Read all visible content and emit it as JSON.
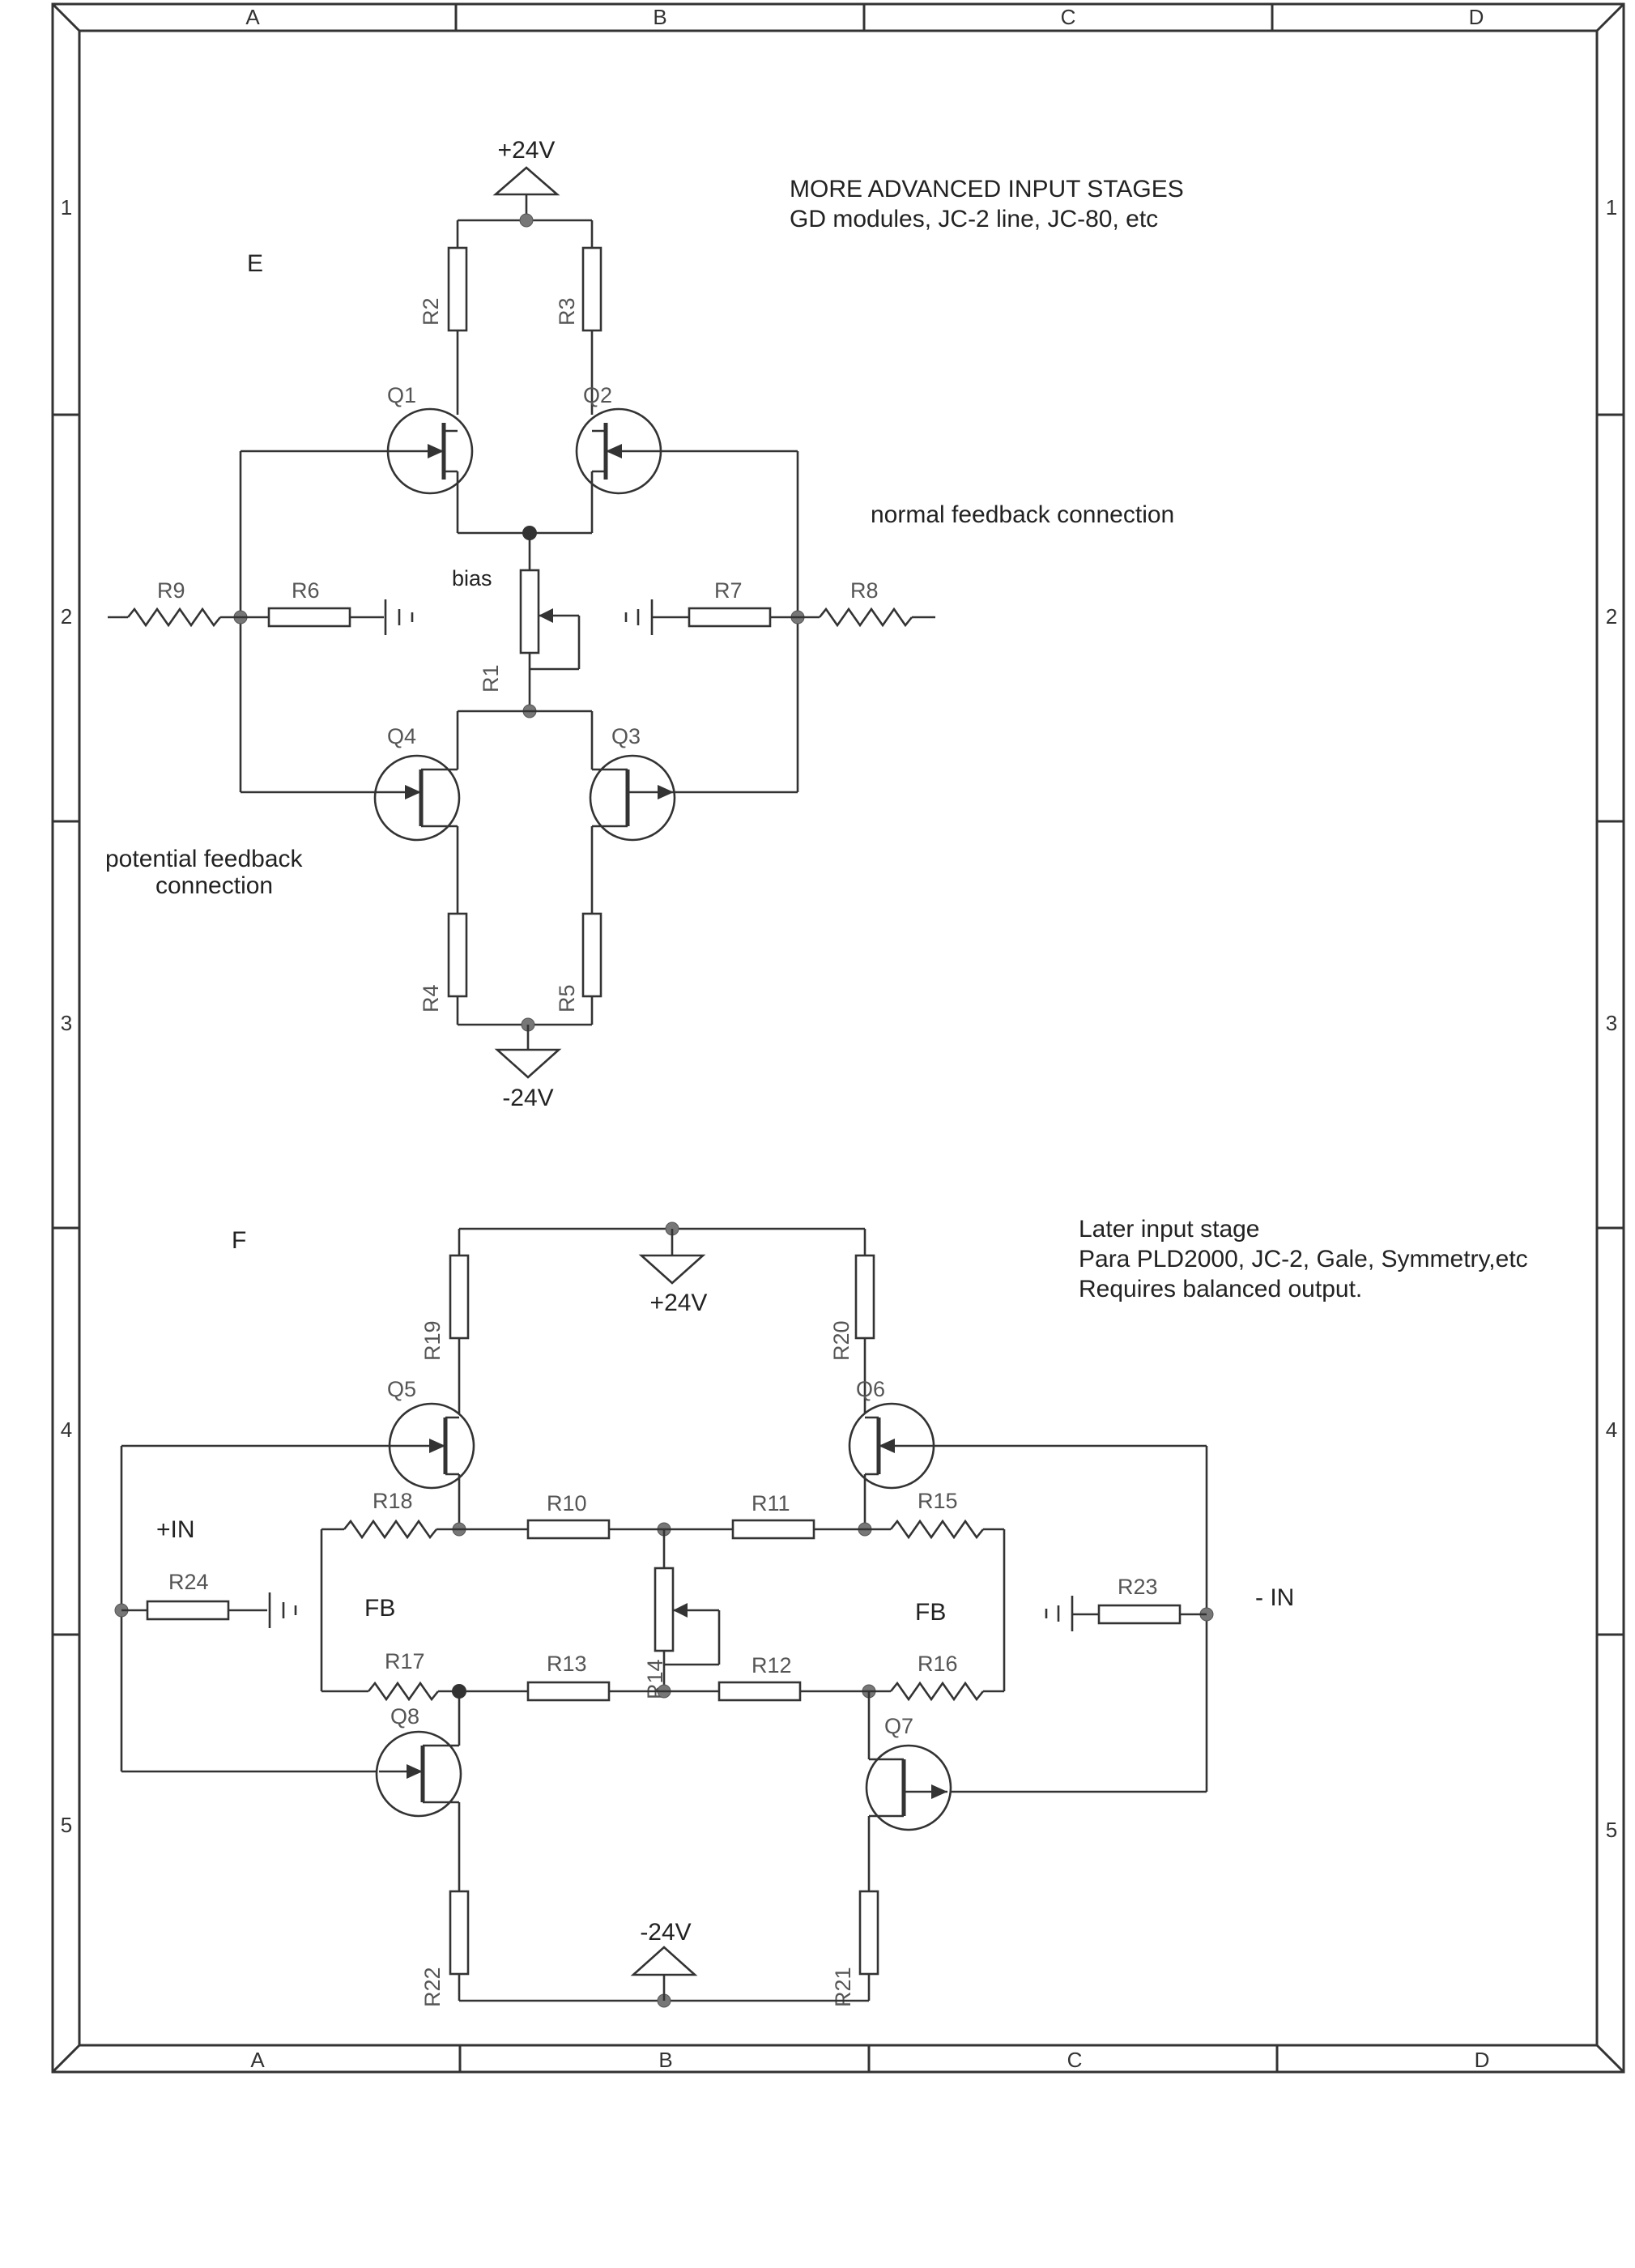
{
  "frame": {
    "columns": [
      "A",
      "B",
      "C",
      "D"
    ],
    "rows": [
      "1",
      "2",
      "3",
      "4",
      "5"
    ]
  },
  "section_e": {
    "letter": "E",
    "heading": "MORE ADVANCED INPUT STAGES",
    "subheading": "GD modules, JC-2 line, JC-80, etc",
    "note_normal": "normal feedback connection",
    "note_potential_1": "potential feedback",
    "note_potential_2": "connection",
    "bias_label": "bias",
    "supply_pos": "+24V",
    "supply_neg": "-24V",
    "resistors": {
      "R1": "R1",
      "R2": "R2",
      "R3": "R3",
      "R4": "R4",
      "R5": "R5",
      "R6": "R6",
      "R7": "R7",
      "R8": "R8",
      "R9": "R9"
    },
    "transistors": {
      "Q1": "Q1",
      "Q2": "Q2",
      "Q3": "Q3",
      "Q4": "Q4"
    }
  },
  "section_f": {
    "letter": "F",
    "note_1": "Later input stage",
    "note_2": "Para PLD2000, JC-2, Gale, Symmetry,etc",
    "note_3": "Requires balanced output.",
    "in_pos": "+IN",
    "in_neg": "- IN",
    "fb_left": "FB",
    "fb_right": "FB",
    "supply_pos": "+24V",
    "supply_neg": "-24V",
    "resistors": {
      "R10": "R10",
      "R11": "R11",
      "R12": "R12",
      "R13": "R13",
      "R14": "R14",
      "R15": "R15",
      "R16": "R16",
      "R17": "R17",
      "R18": "R18",
      "R19": "R19",
      "R20": "R20",
      "R21": "R21",
      "R22": "R22",
      "R23": "R23",
      "R24": "R24"
    },
    "transistors": {
      "Q5": "Q5",
      "Q6": "Q6",
      "Q7": "Q7",
      "Q8": "Q8"
    }
  }
}
